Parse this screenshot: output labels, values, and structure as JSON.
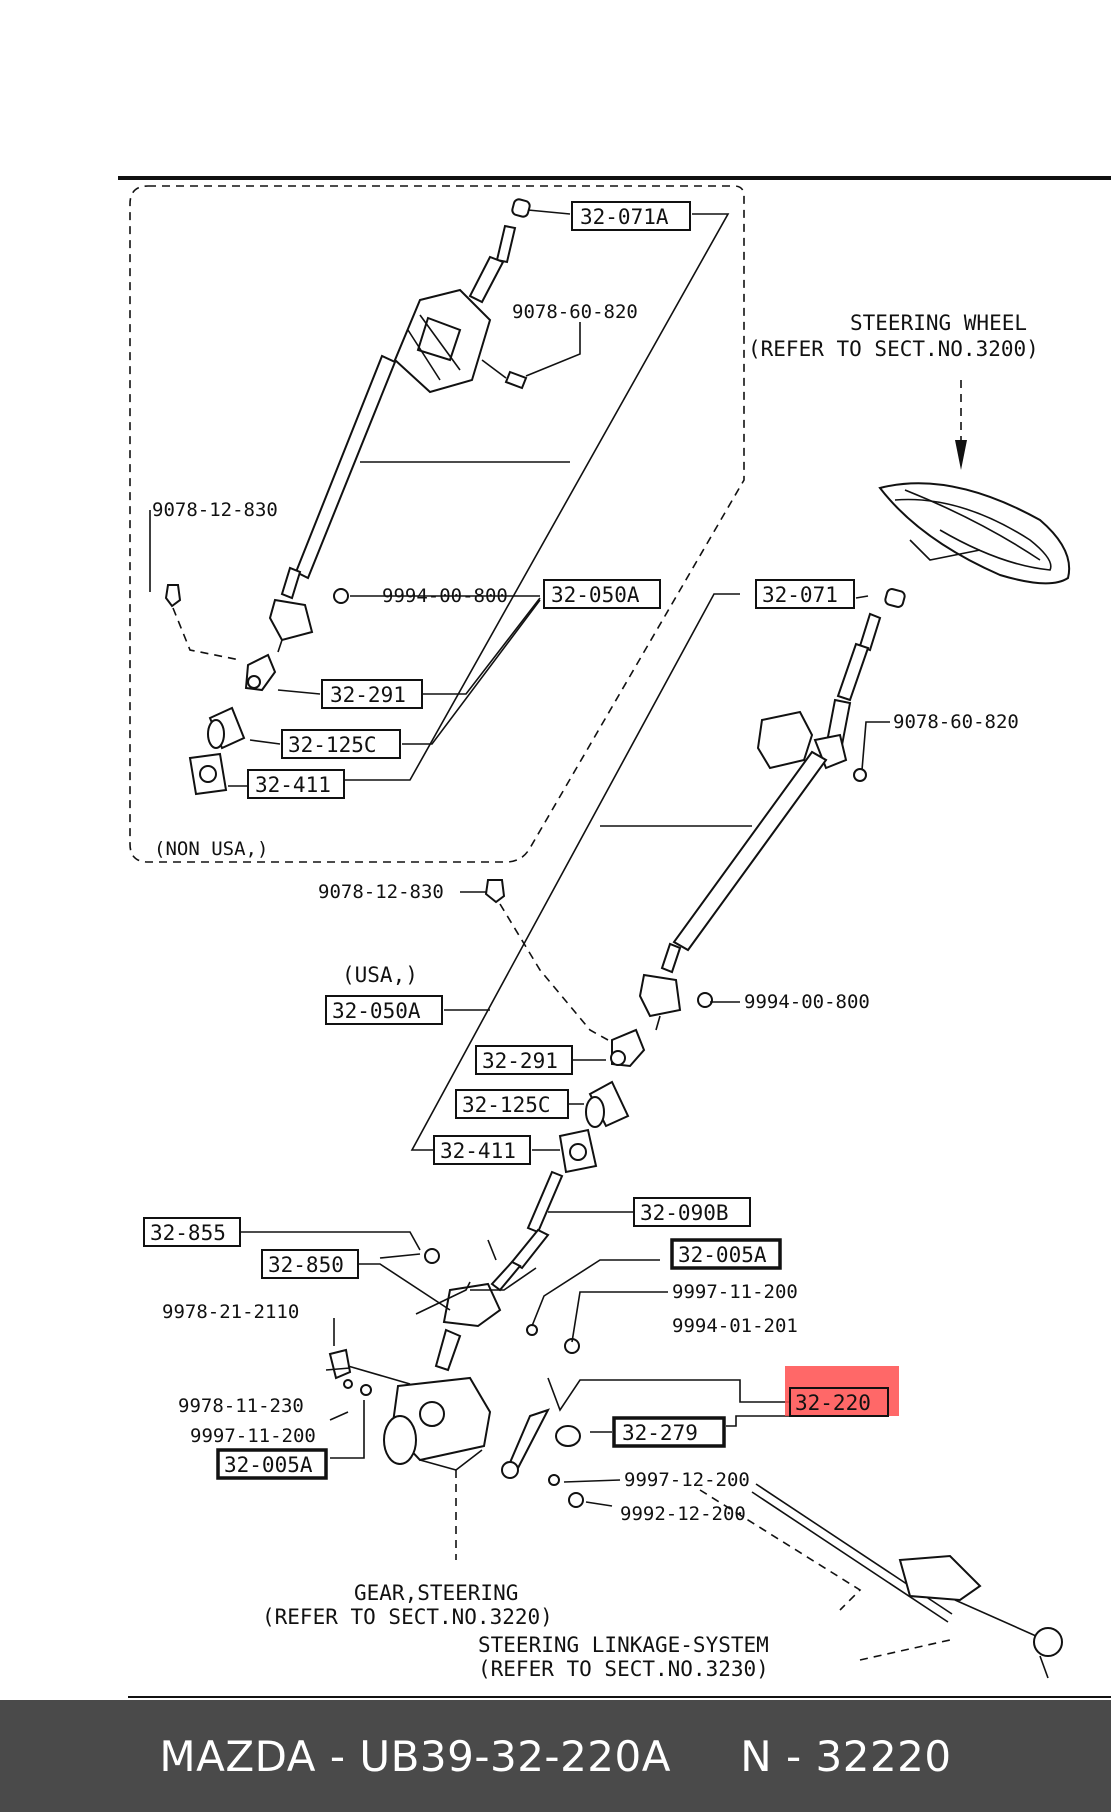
{
  "diagram": {
    "labels": {
      "l32_071A": "32-071A",
      "l9078_60_820_a": "9078-60-820",
      "sw_line1": "STEERING WHEEL",
      "sw_line2": "(REFER TO SECT.NO.3200)",
      "l9078_12_830_a": "9078-12-830",
      "l9994_00_800_a": "9994-00-800",
      "l32_050A_a": "32-050A",
      "l32_071": "32-071",
      "l32_291_a": "32-291",
      "l32_125C_a": "32-125C",
      "l32_411_a": "32-411",
      "non_usa": "(NON USA,)",
      "l9078_60_820_b": "9078-60-820",
      "l9078_12_830_b": "9078-12-830",
      "usa": "(USA,)",
      "l32_050A_b": "32-050A",
      "l9994_00_800_b": "9994-00-800",
      "l32_291_b": "32-291",
      "l32_125C_b": "32-125C",
      "l32_411_b": "32-411",
      "l32_090B": "32-090B",
      "l32_855": "32-855",
      "l32_005A_a": "32-005A",
      "l32_850": "32-850",
      "l9997_11_200_a": "9997-11-200",
      "l9978_21_2110": "9978-21-2110",
      "l9994_01_201": "9994-01-201",
      "l32_220": "32-220",
      "l9978_11_230": "9978-11-230",
      "l32_279": "32-279",
      "l9997_11_200_b": "9997-11-200",
      "l32_005A_b": "32-005A",
      "l9997_12_200": "9997-12-200",
      "l9992_12_200": "9992-12-200",
      "gear_line1": "GEAR,STEERING",
      "gear_line2": "(REFER TO SECT.NO.3220)",
      "link_line1": "STEERING LINKAGE-SYSTEM",
      "link_line2": "(REFER TO SECT.NO.3230)"
    },
    "highlight_color": "#ff4d4d"
  },
  "footer": {
    "text": "MAZDA - UB39-32-220A     N - 32220"
  }
}
